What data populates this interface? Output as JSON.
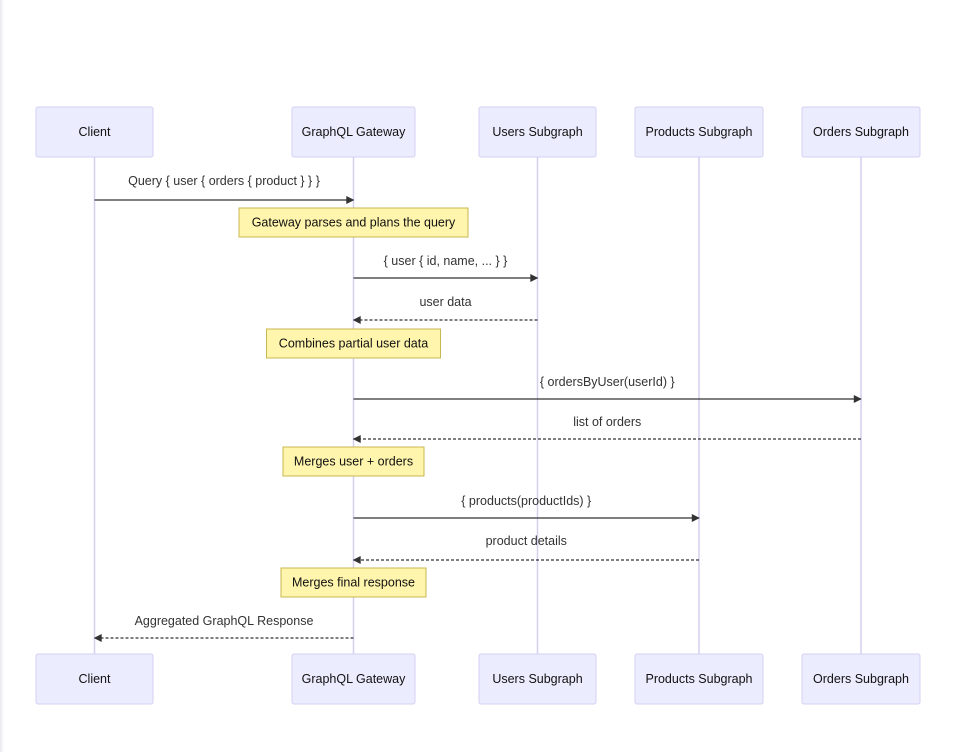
{
  "diagram": {
    "participants": [
      {
        "id": "client",
        "label": "Client"
      },
      {
        "id": "gateway",
        "label": "GraphQL Gateway"
      },
      {
        "id": "users",
        "label": "Users Subgraph"
      },
      {
        "id": "products",
        "label": "Products Subgraph"
      },
      {
        "id": "orders",
        "label": "Orders Subgraph"
      }
    ],
    "steps": [
      {
        "kind": "message",
        "from": "client",
        "to": "gateway",
        "label": "Query { user { orders { product } } }",
        "style": "solid"
      },
      {
        "kind": "note",
        "over": "gateway",
        "label": "Gateway parses and plans the query"
      },
      {
        "kind": "message",
        "from": "gateway",
        "to": "users",
        "label": "{ user { id, name, ... } }",
        "style": "solid"
      },
      {
        "kind": "message",
        "from": "users",
        "to": "gateway",
        "label": "user data",
        "style": "dashed"
      },
      {
        "kind": "note",
        "over": "gateway",
        "label": "Combines partial user data"
      },
      {
        "kind": "message",
        "from": "gateway",
        "to": "orders",
        "label": "{ ordersByUser(userId) }",
        "style": "solid"
      },
      {
        "kind": "message",
        "from": "orders",
        "to": "gateway",
        "label": "list of orders",
        "style": "dashed"
      },
      {
        "kind": "note",
        "over": "gateway",
        "label": "Merges user + orders"
      },
      {
        "kind": "message",
        "from": "gateway",
        "to": "products",
        "label": "{ products(productIds) }",
        "style": "solid"
      },
      {
        "kind": "message",
        "from": "products",
        "to": "gateway",
        "label": "product details",
        "style": "dashed"
      },
      {
        "kind": "note",
        "over": "gateway",
        "label": "Merges final response"
      },
      {
        "kind": "message",
        "from": "gateway",
        "to": "client",
        "label": "Aggregated GraphQL Response",
        "style": "dashed"
      }
    ],
    "colors": {
      "actor_fill": "#ececff",
      "actor_border": "#d4d0f0",
      "note_fill": "#fff5ad",
      "note_border": "#c7b84f",
      "line": "#333333"
    }
  }
}
